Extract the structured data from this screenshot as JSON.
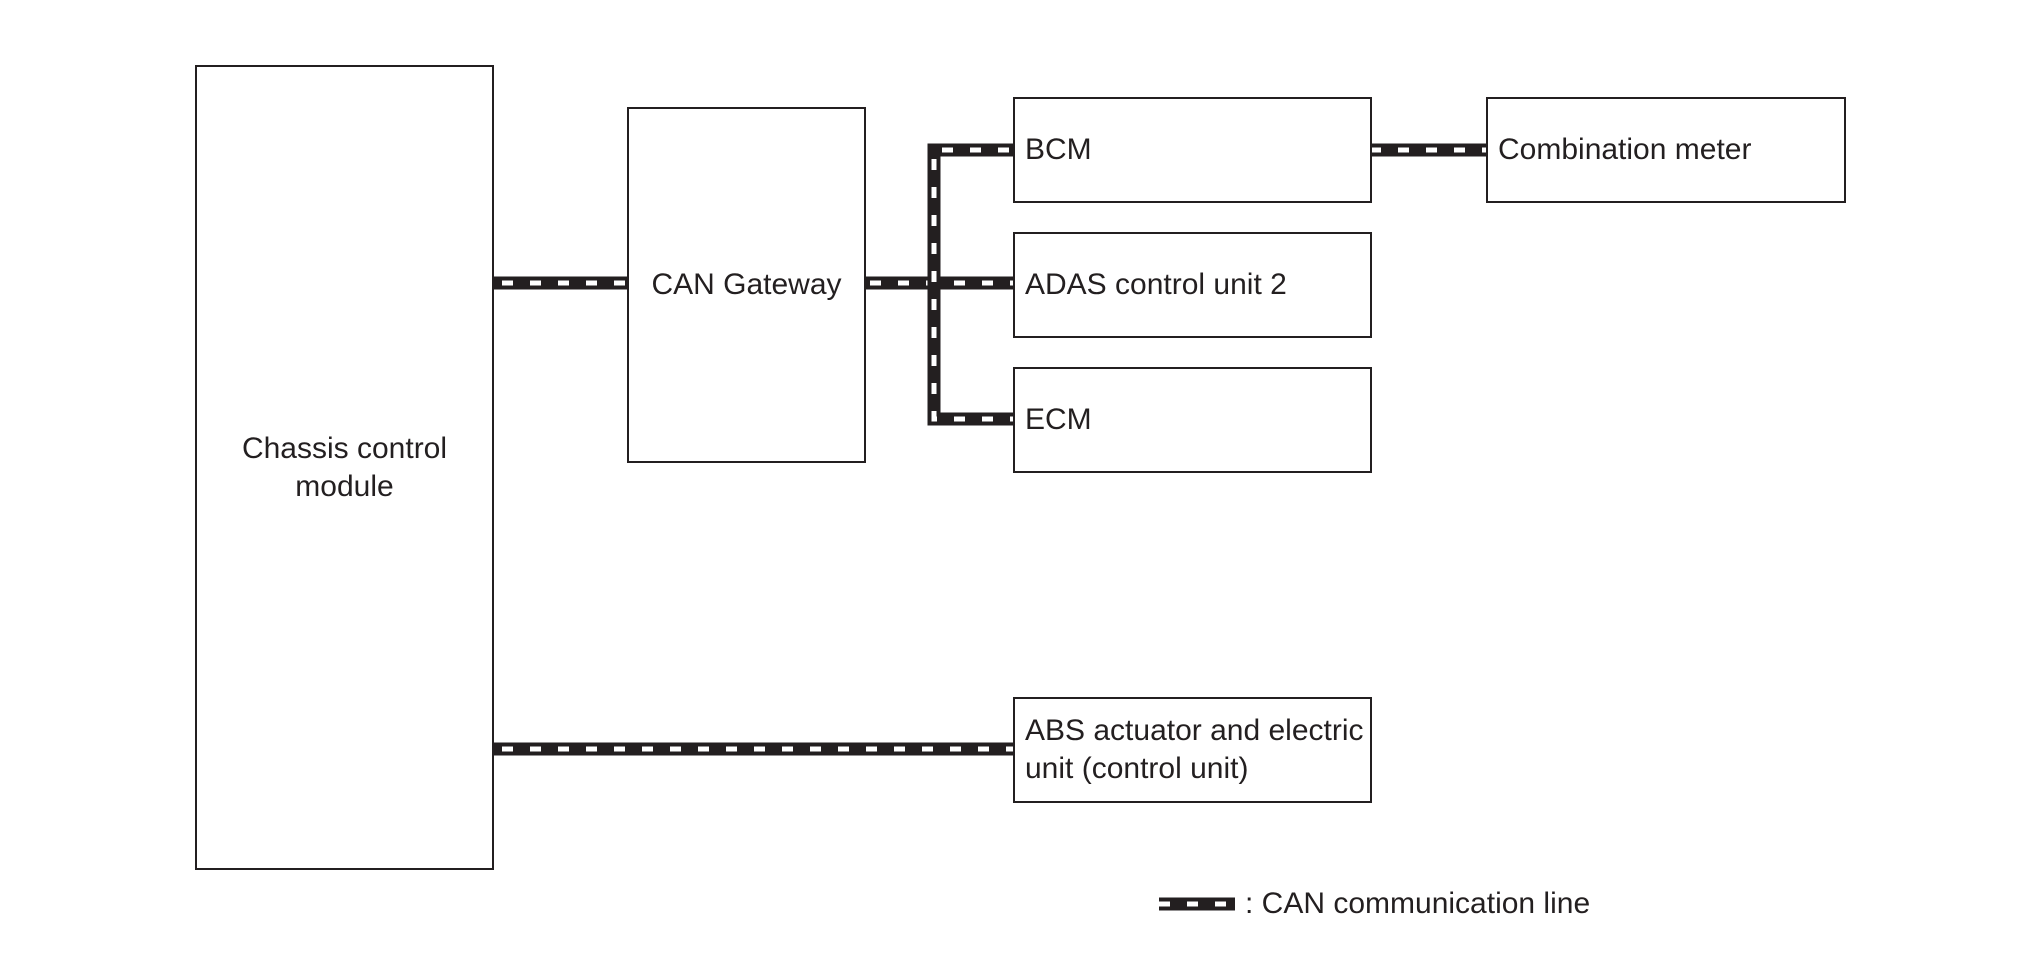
{
  "diagram": {
    "modules": {
      "chassis": {
        "label_line1": "Chassis control",
        "label_line2": "module"
      },
      "gateway": {
        "label": "CAN Gateway"
      },
      "bcm": {
        "label": "BCM"
      },
      "combination_meter": {
        "label": "Combination meter"
      },
      "adas": {
        "label": "ADAS control unit 2"
      },
      "ecm": {
        "label": "ECM"
      },
      "abs": {
        "label_line1": "ABS actuator and electric",
        "label_line2": "unit (control unit)"
      }
    },
    "legend": {
      "label": ": CAN communication line"
    }
  },
  "colors": {
    "line": "#231f20",
    "dash": "#ffffff",
    "background": "#ffffff"
  }
}
